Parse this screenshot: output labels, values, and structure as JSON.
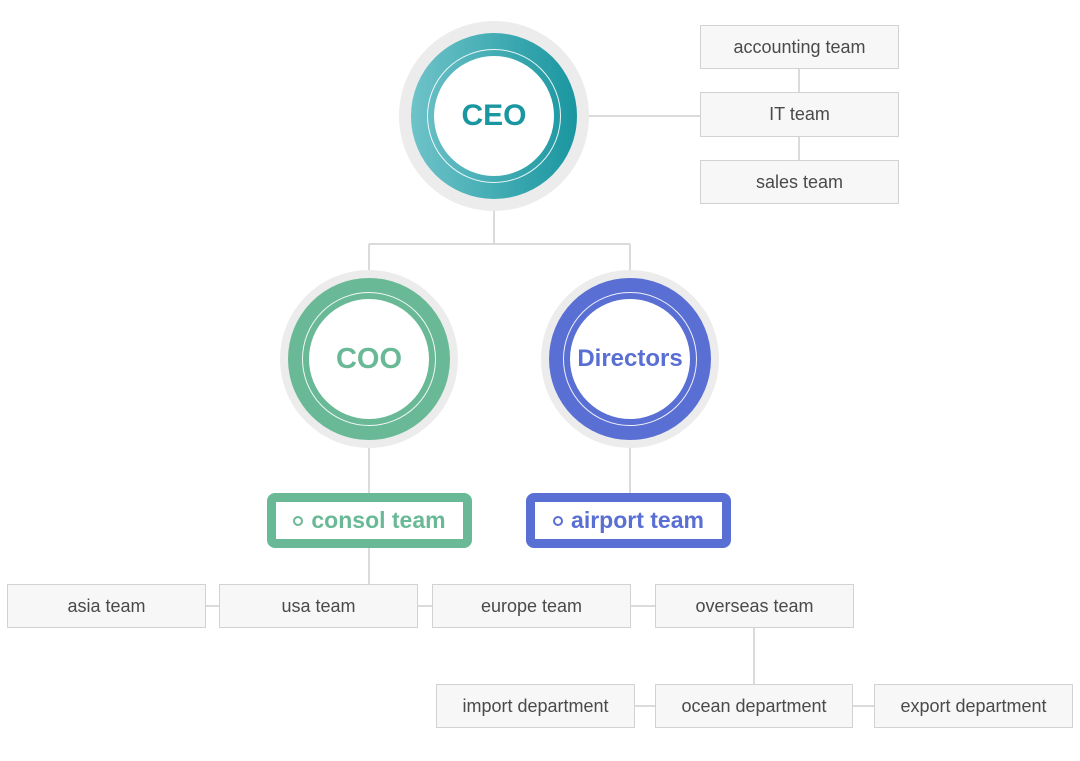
{
  "roles": {
    "ceo": {
      "label": "CEO",
      "color": "#1a96a0",
      "color_light": "#6ec3c8"
    },
    "coo": {
      "label": "COO",
      "color": "#6ab996"
    },
    "directors": {
      "label": "Directors",
      "color": "#5a6fd3"
    }
  },
  "ceo_teams": [
    "accounting team",
    "IT team",
    "sales team"
  ],
  "team_boxes": {
    "consol": {
      "label": "consol team",
      "color": "#6ab996"
    },
    "airport": {
      "label": "airport team",
      "color": "#5a6fd3"
    }
  },
  "consol_subteams": [
    "asia team",
    "usa team",
    "europe team",
    "overseas team"
  ],
  "overseas_departments": [
    "import department",
    "ocean department",
    "export department"
  ]
}
